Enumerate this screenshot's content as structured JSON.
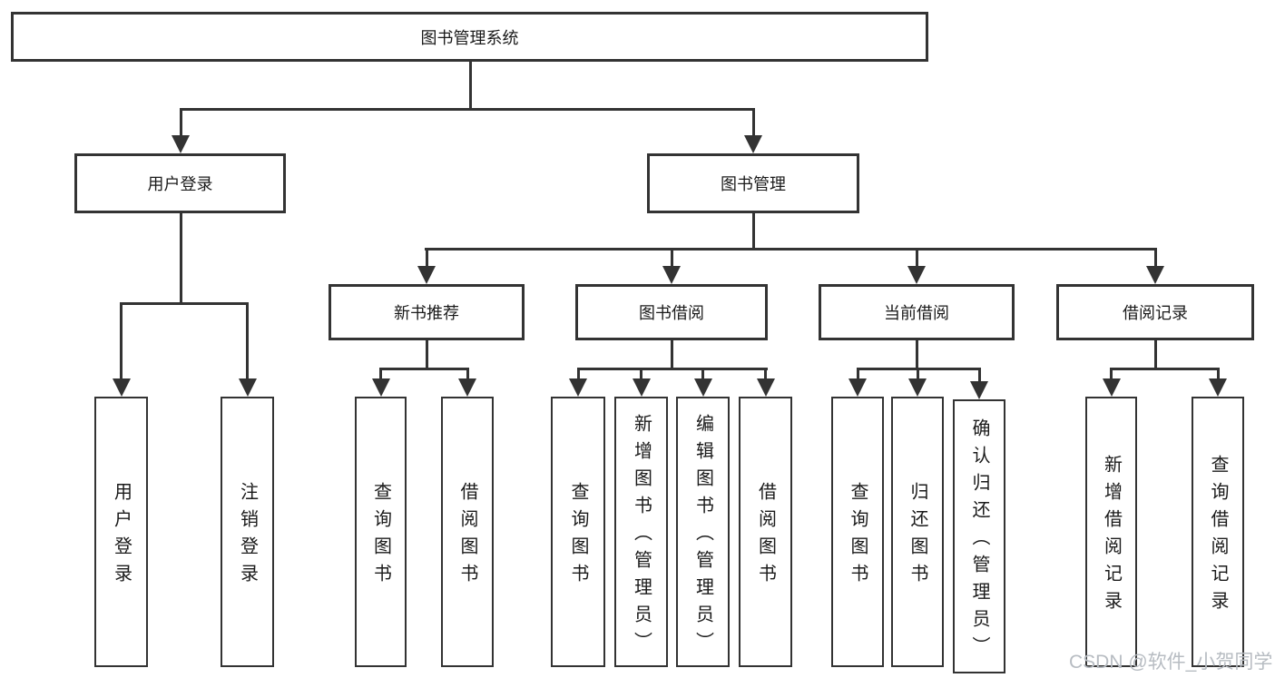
{
  "diagram_title": "图书管理系统",
  "watermark": "CSDN @软件_小贺同学",
  "colors": {
    "background": "#ffffff",
    "line": "#333333",
    "box_border": "#333333",
    "text": "#1a1a1a",
    "watermark": "#b7bcc2"
  },
  "nodes": {
    "root": {
      "label": "图书管理系统"
    },
    "user_login": {
      "label": "用户登录"
    },
    "book_mgmt": {
      "label": "图书管理"
    },
    "new_book_rec": {
      "label": "新书推荐"
    },
    "book_borrow": {
      "label": "图书借阅"
    },
    "current_borrow": {
      "label": "当前借阅"
    },
    "borrow_records": {
      "label": "借阅记录"
    },
    "leaf_user_login": {
      "label": "用户登录"
    },
    "leaf_logout": {
      "label": "注销登录"
    },
    "leaf_query_book_1": {
      "label": "查询图书"
    },
    "leaf_borrow_book_1": {
      "label": "借阅图书"
    },
    "leaf_query_book_2": {
      "label": "查询图书"
    },
    "leaf_add_book": {
      "label": "新增图书（管理员）"
    },
    "leaf_edit_book": {
      "label": "编辑图书（管理员）"
    },
    "leaf_borrow_book_2": {
      "label": "借阅图书"
    },
    "leaf_query_book_3": {
      "label": "查询图书"
    },
    "leaf_return_book": {
      "label": "归还图书"
    },
    "leaf_confirm_return": {
      "label": "确认归还（管理员）"
    },
    "leaf_add_record": {
      "label": "新增借阅记录"
    },
    "leaf_query_record": {
      "label": "查询借阅记录"
    }
  },
  "hierarchy": {
    "图书管理系统": [
      "用户登录",
      "图书管理"
    ],
    "用户登录": [
      "用户登录",
      "注销登录"
    ],
    "图书管理": [
      "新书推荐",
      "图书借阅",
      "当前借阅",
      "借阅记录"
    ],
    "新书推荐": [
      "查询图书",
      "借阅图书"
    ],
    "图书借阅": [
      "查询图书",
      "新增图书（管理员）",
      "编辑图书（管理员）",
      "借阅图书"
    ],
    "当前借阅": [
      "查询图书",
      "归还图书",
      "确认归还（管理员）"
    ],
    "借阅记录": [
      "新增借阅记录",
      "查询借阅记录"
    ]
  }
}
